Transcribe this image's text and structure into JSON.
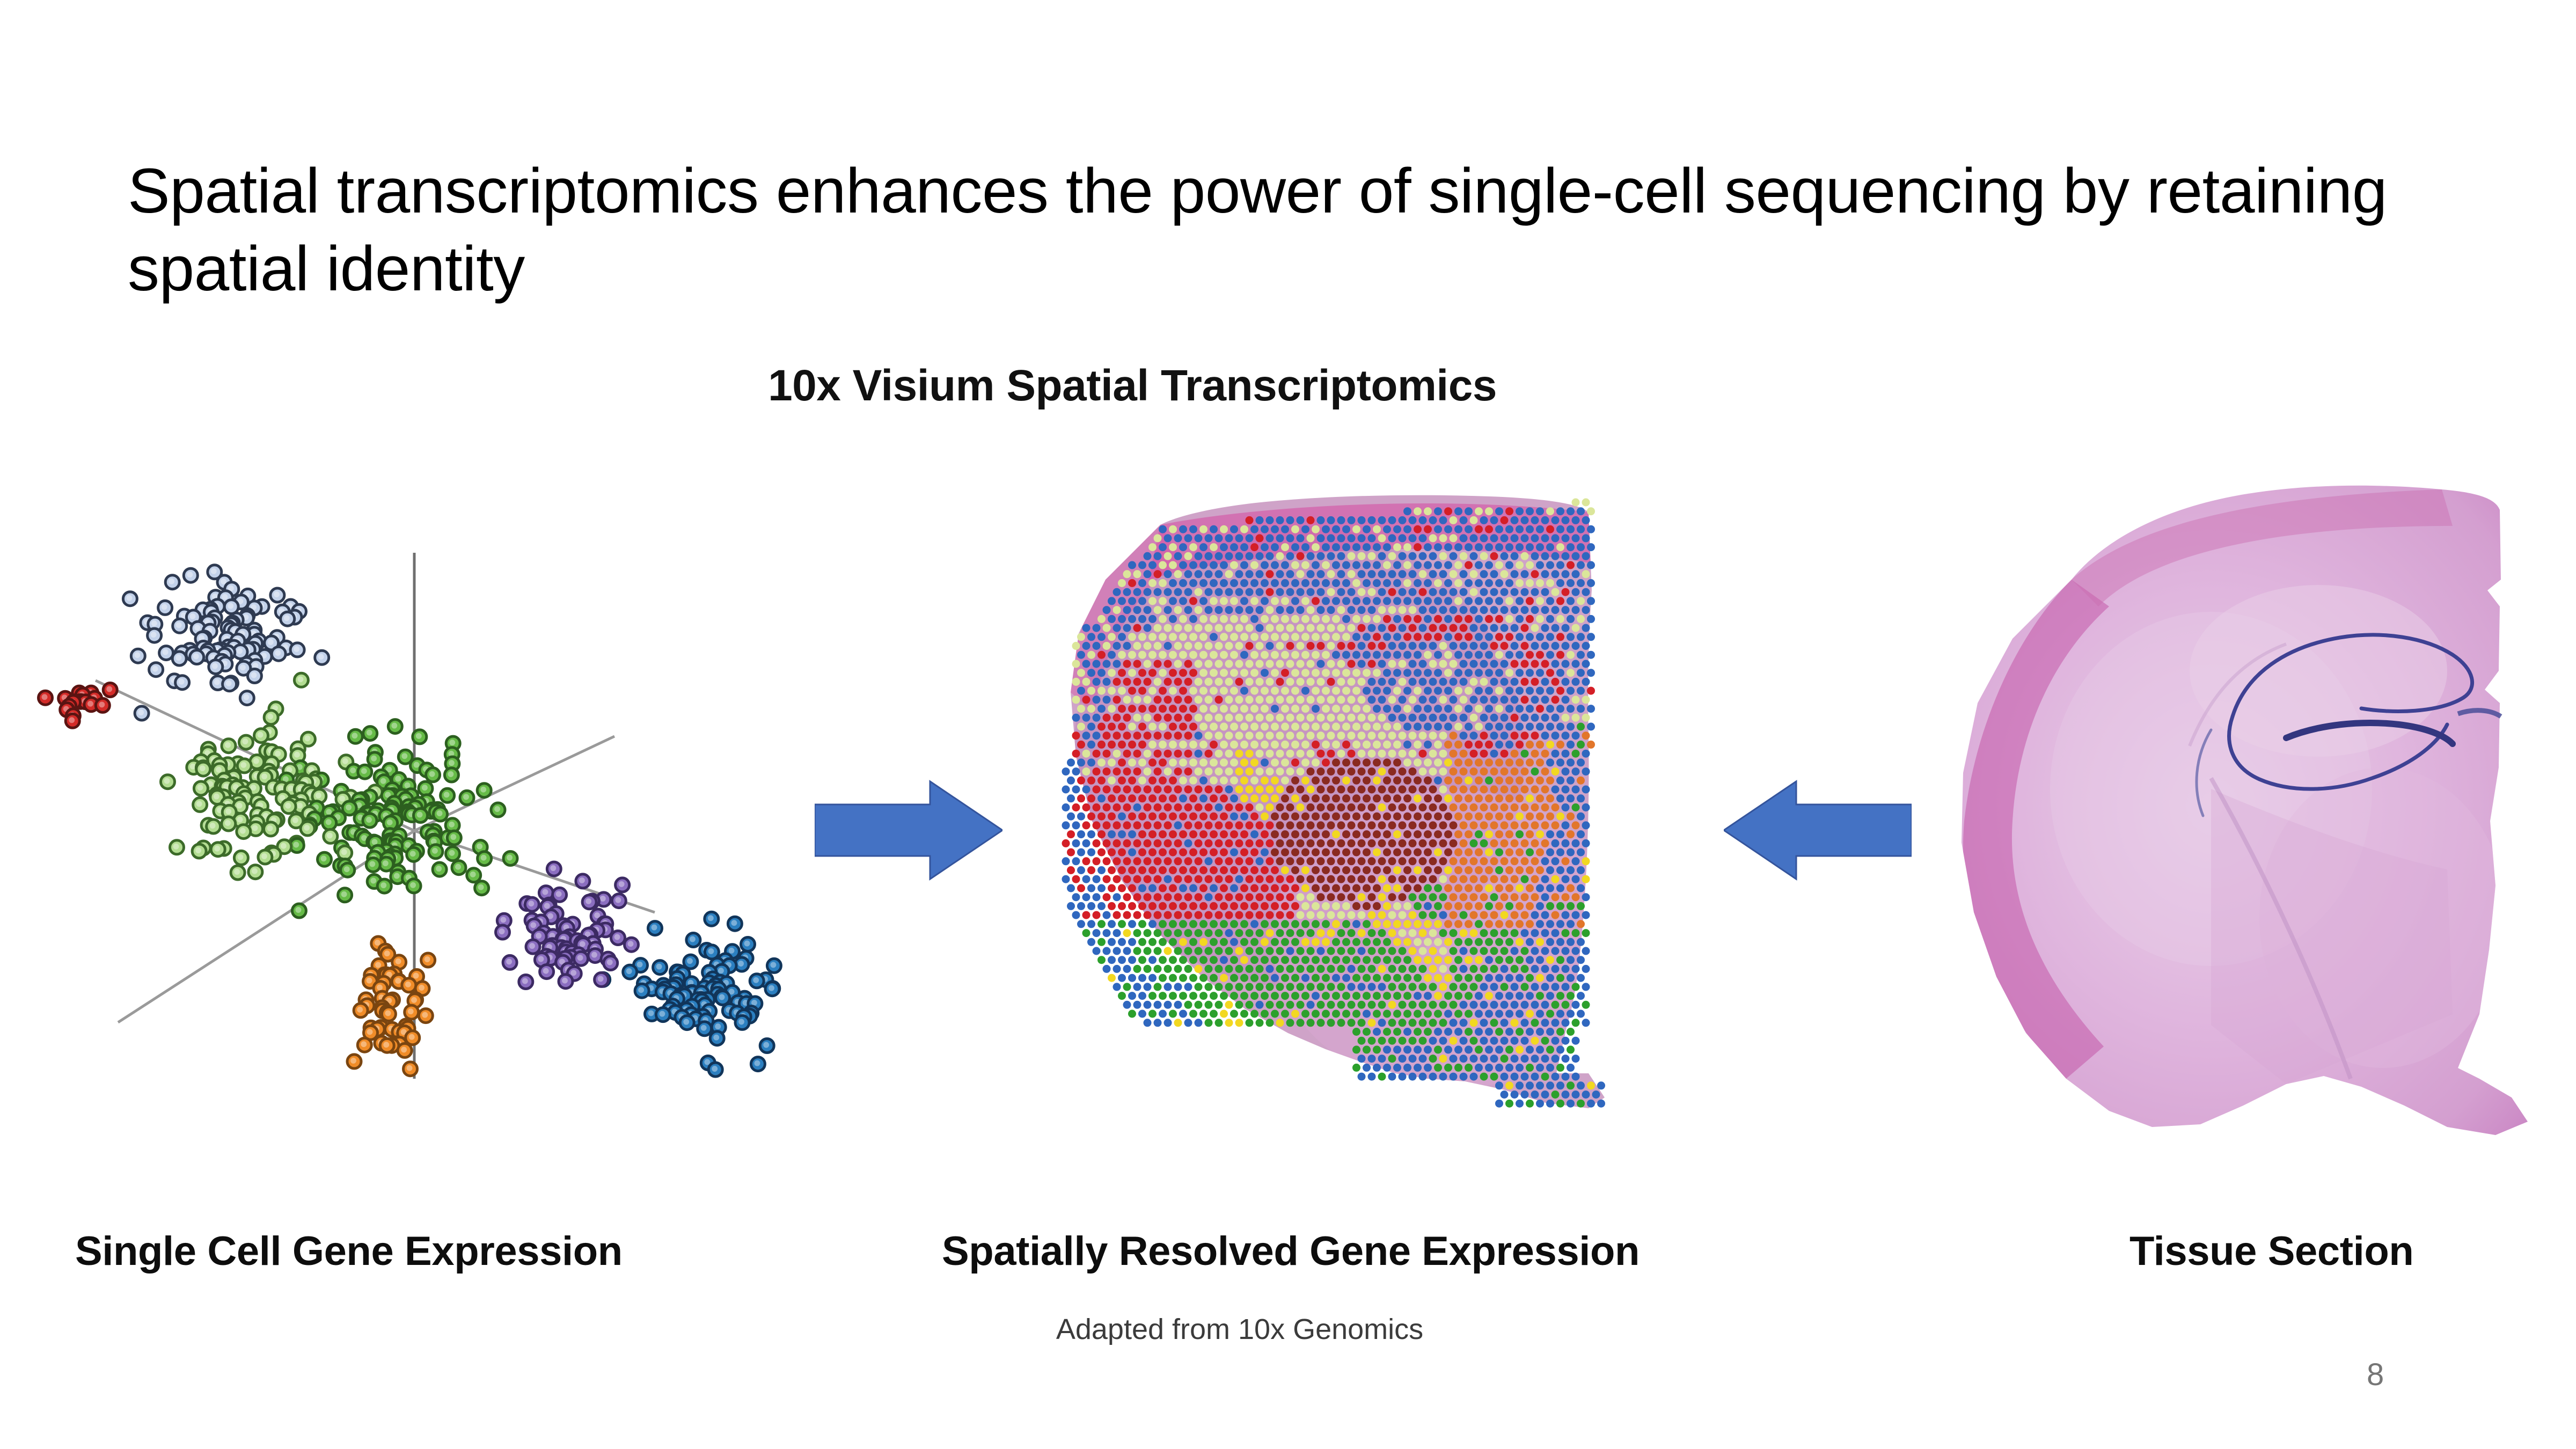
{
  "slide": {
    "title": "Spatial transcriptomics enhances the power of single-cell sequencing by retaining spatial identity",
    "page_number": "8",
    "background_color": "#ffffff"
  },
  "figure": {
    "heading": "10x Visium Spatial Transcriptomics",
    "attribution": "Adapted from 10x Genomics",
    "panels": [
      {
        "id": "single-cell",
        "caption": "Single Cell Gene Expression"
      },
      {
        "id": "spatial",
        "caption": "Spatially Resolved Gene Expression"
      },
      {
        "id": "tissue",
        "caption": "Tissue Section"
      }
    ],
    "arrows": [
      {
        "id": "arrow-right",
        "direction": "right",
        "color": "#4472c4"
      },
      {
        "id": "arrow-left",
        "direction": "left",
        "color": "#4472c4"
      }
    ]
  },
  "colors": {
    "accent_blue": "#4472c4",
    "title_text": "#000000",
    "caption_text": "#0d0d0d",
    "attribution_text": "#3b3b3b",
    "page_number_text": "#767676",
    "tissue_stain_pink": "#d9a0cf",
    "tissue_stain_magenta": "#c1549f",
    "hippocampus_outline": "#3b3f8f"
  },
  "chart_data": [
    {
      "id": "single-cell-tsne",
      "type": "scatter",
      "title": "Single Cell Gene Expression",
      "xlabel": "",
      "ylabel": "",
      "grid": false,
      "legend": "none",
      "axes_style": "3d-crosshair",
      "axis_color": "#6f6f6f",
      "point_radius": 13,
      "point_stroke": "#2b2b2b",
      "xlim": [
        0,
        1460
      ],
      "ylim": [
        0,
        1060
      ],
      "series": [
        {
          "name": "cluster-red",
          "color": "#d42b28",
          "stroke": "#5a1412",
          "count": 17,
          "center": [
            85,
            310
          ],
          "spread": [
            48,
            42
          ]
        },
        {
          "name": "cluster-light-blue",
          "color": "#c3d2ea",
          "stroke": "#2e3a51",
          "count": 96,
          "center": [
            360,
            180
          ],
          "spread": [
            135,
            95
          ]
        },
        {
          "name": "cluster-light-green",
          "color": "#b3dd92",
          "stroke": "#3c6b29",
          "count": 110,
          "center": [
            440,
            470
          ],
          "spread": [
            150,
            125
          ]
        },
        {
          "name": "cluster-green",
          "color": "#66bb47",
          "stroke": "#2c5f1f",
          "count": 130,
          "center": [
            680,
            540
          ],
          "spread": [
            160,
            140
          ]
        },
        {
          "name": "cluster-purple",
          "color": "#8b6ec0",
          "stroke": "#3c2a63",
          "count": 70,
          "center": [
            1010,
            735
          ],
          "spread": [
            105,
            95
          ]
        },
        {
          "name": "cluster-orange",
          "color": "#f08c28",
          "stroke": "#7a4510",
          "count": 52,
          "center": [
            665,
            870
          ],
          "spread": [
            70,
            95
          ]
        },
        {
          "name": "cluster-dark-blue",
          "color": "#2b7fc0",
          "stroke": "#11355a",
          "count": 95,
          "center": [
            1245,
            840
          ],
          "spread": [
            125,
            95
          ]
        }
      ]
    },
    {
      "id": "visium-spot-map",
      "type": "heatmap",
      "title": "Spatially Resolved Gene Expression",
      "grid": false,
      "legend": "none",
      "description": "Hexagonal Visium capture-spot lattice over a coronal mouse-brain hemisection, spots colored by transcriptional cluster",
      "spot_radius": 7.5,
      "lattice_spacing": 19,
      "background_tissue_color": "#c89ac0",
      "clusters": [
        {
          "name": "cortex-outer-red",
          "color": "#d41f26",
          "region": "outer cortical band / ventral cortex"
        },
        {
          "name": "cortex-layers-pale",
          "color": "#dbe69a",
          "region": "cortical layers, upper-left"
        },
        {
          "name": "edge-blue",
          "color": "#2f67bf",
          "region": "tissue edge, pia and hippocampal pyramidal layers"
        },
        {
          "name": "boundary-yellow",
          "color": "#f2d821",
          "region": "thalamic/hippocampal boundary"
        },
        {
          "name": "thalamus-brown",
          "color": "#8a2a20",
          "region": "thalamus core"
        },
        {
          "name": "hypothalamus-orange",
          "color": "#e2762a",
          "region": "lateral thalamus / hypothalamic region"
        },
        {
          "name": "ventral-green",
          "color": "#2ca02c",
          "region": "ventral / striatal region"
        }
      ]
    },
    {
      "id": "he-tissue-section",
      "type": "image",
      "title": "Tissue Section",
      "description": "H&E stained coronal mouse brain hemisection showing cortex, hippocampus outline and thalamus",
      "stain": "H&E",
      "dominant_colors": [
        "#dcaad6",
        "#c4549f",
        "#e6c6e4",
        "#3b3f8f"
      ]
    }
  ]
}
